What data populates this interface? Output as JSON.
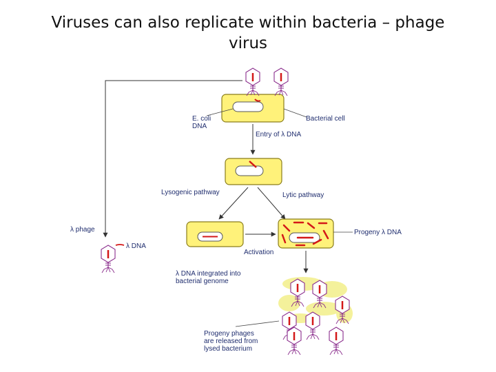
{
  "slide": {
    "title_line1": "Viruses can also replicate within bacteria – phage",
    "title_line2": "virus"
  },
  "diagram": {
    "labels": {
      "ecoli_dna_1": "E. coli",
      "ecoli_dna_2": "DNA",
      "bacterial_cell": "Bacterial cell",
      "entry": "Entry of λ DNA",
      "lysogenic": "Lysogenic pathway",
      "lytic": "Lytic pathway",
      "lambda_phage": "λ phage",
      "lambda_dna": "λ DNA",
      "progeny_dna": "Progeny λ DNA",
      "activation": "Activation",
      "integrated_1": "λ DNA integrated into",
      "integrated_2": "bacterial genome",
      "released_1": "Progeny phages",
      "released_2": "are released from",
      "released_3": "lysed bacterium"
    },
    "colors": {
      "cell_fill": "#fff27a",
      "cell_stroke": "#8a7d1a",
      "dna_red": "#d31818",
      "phage_outline": "#8a2c8c",
      "label_text": "#1f2d6e",
      "debris": "#f3ef8a"
    }
  }
}
